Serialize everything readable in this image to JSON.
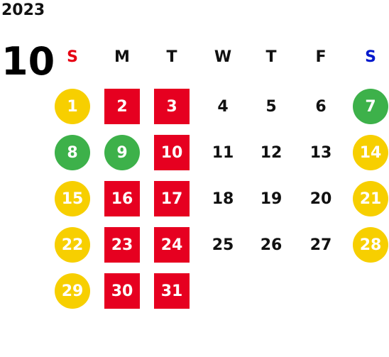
{
  "year": "2023",
  "month": "10",
  "weekdays": [
    "S",
    "M",
    "T",
    "W",
    "T",
    "F",
    "S"
  ],
  "colors": {
    "sunday_label": "#e60012",
    "saturday_label": "#0018cc",
    "yellow": "#f7cf00",
    "green": "#3db14a",
    "red": "#e60020"
  },
  "days": [
    {
      "n": "1",
      "style": "yellow"
    },
    {
      "n": "2",
      "style": "red"
    },
    {
      "n": "3",
      "style": "red"
    },
    {
      "n": "4",
      "style": "plain"
    },
    {
      "n": "5",
      "style": "plain"
    },
    {
      "n": "6",
      "style": "plain"
    },
    {
      "n": "7",
      "style": "green"
    },
    {
      "n": "8",
      "style": "green"
    },
    {
      "n": "9",
      "style": "green"
    },
    {
      "n": "10",
      "style": "red"
    },
    {
      "n": "11",
      "style": "plain"
    },
    {
      "n": "12",
      "style": "plain"
    },
    {
      "n": "13",
      "style": "plain"
    },
    {
      "n": "14",
      "style": "yellow"
    },
    {
      "n": "15",
      "style": "yellow"
    },
    {
      "n": "16",
      "style": "red"
    },
    {
      "n": "17",
      "style": "red"
    },
    {
      "n": "18",
      "style": "plain"
    },
    {
      "n": "19",
      "style": "plain"
    },
    {
      "n": "20",
      "style": "plain"
    },
    {
      "n": "21",
      "style": "yellow"
    },
    {
      "n": "22",
      "style": "yellow"
    },
    {
      "n": "23",
      "style": "red"
    },
    {
      "n": "24",
      "style": "red"
    },
    {
      "n": "25",
      "style": "plain"
    },
    {
      "n": "26",
      "style": "plain"
    },
    {
      "n": "27",
      "style": "plain"
    },
    {
      "n": "28",
      "style": "yellow"
    },
    {
      "n": "29",
      "style": "yellow"
    },
    {
      "n": "30",
      "style": "red"
    },
    {
      "n": "31",
      "style": "red"
    }
  ]
}
